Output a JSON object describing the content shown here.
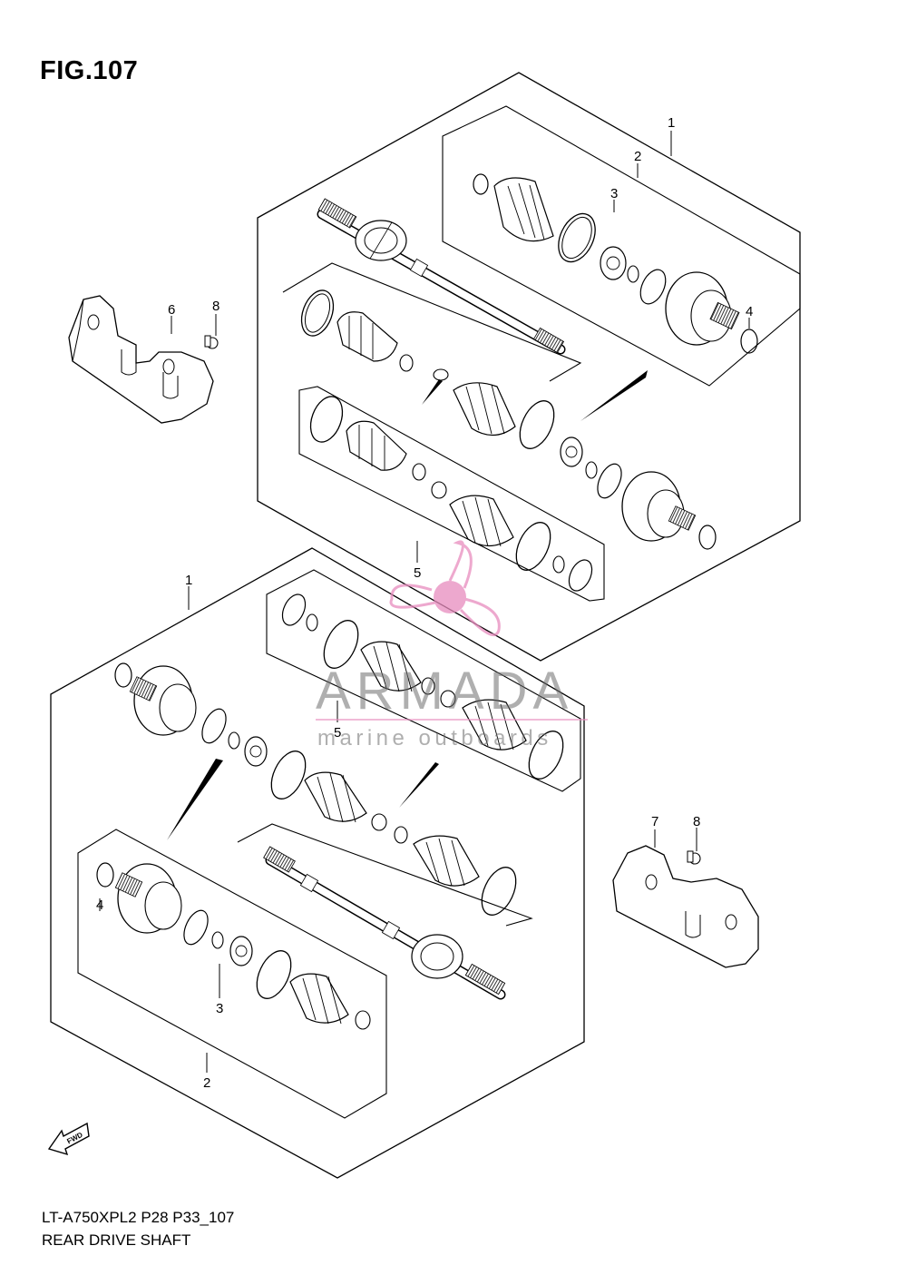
{
  "figure": {
    "title": "FIG.107",
    "model_code": "LT-A750XPL2 P28 P33_107",
    "name": "REAR DRIVE SHAFT"
  },
  "callouts": {
    "upper_assembly": "1",
    "upper_outer_joint_set": "2",
    "upper_boot_set": "3",
    "upper_circlip": "4",
    "upper_inner_boot_set": "5",
    "left_guard": "6",
    "left_guard_bolt": "8",
    "lower_assembly": "1",
    "lower_inner_boot_set": "5",
    "lower_outer_joint_set": "2",
    "lower_boot_set": "3",
    "lower_circlip": "4",
    "right_guard": "7",
    "right_guard_bolt": "8"
  },
  "fwd_arrow": {
    "label": "FWD"
  },
  "watermark": {
    "brand": "ARMADA",
    "tagline": "marine outboards",
    "accent_color": "#e88cbe"
  }
}
